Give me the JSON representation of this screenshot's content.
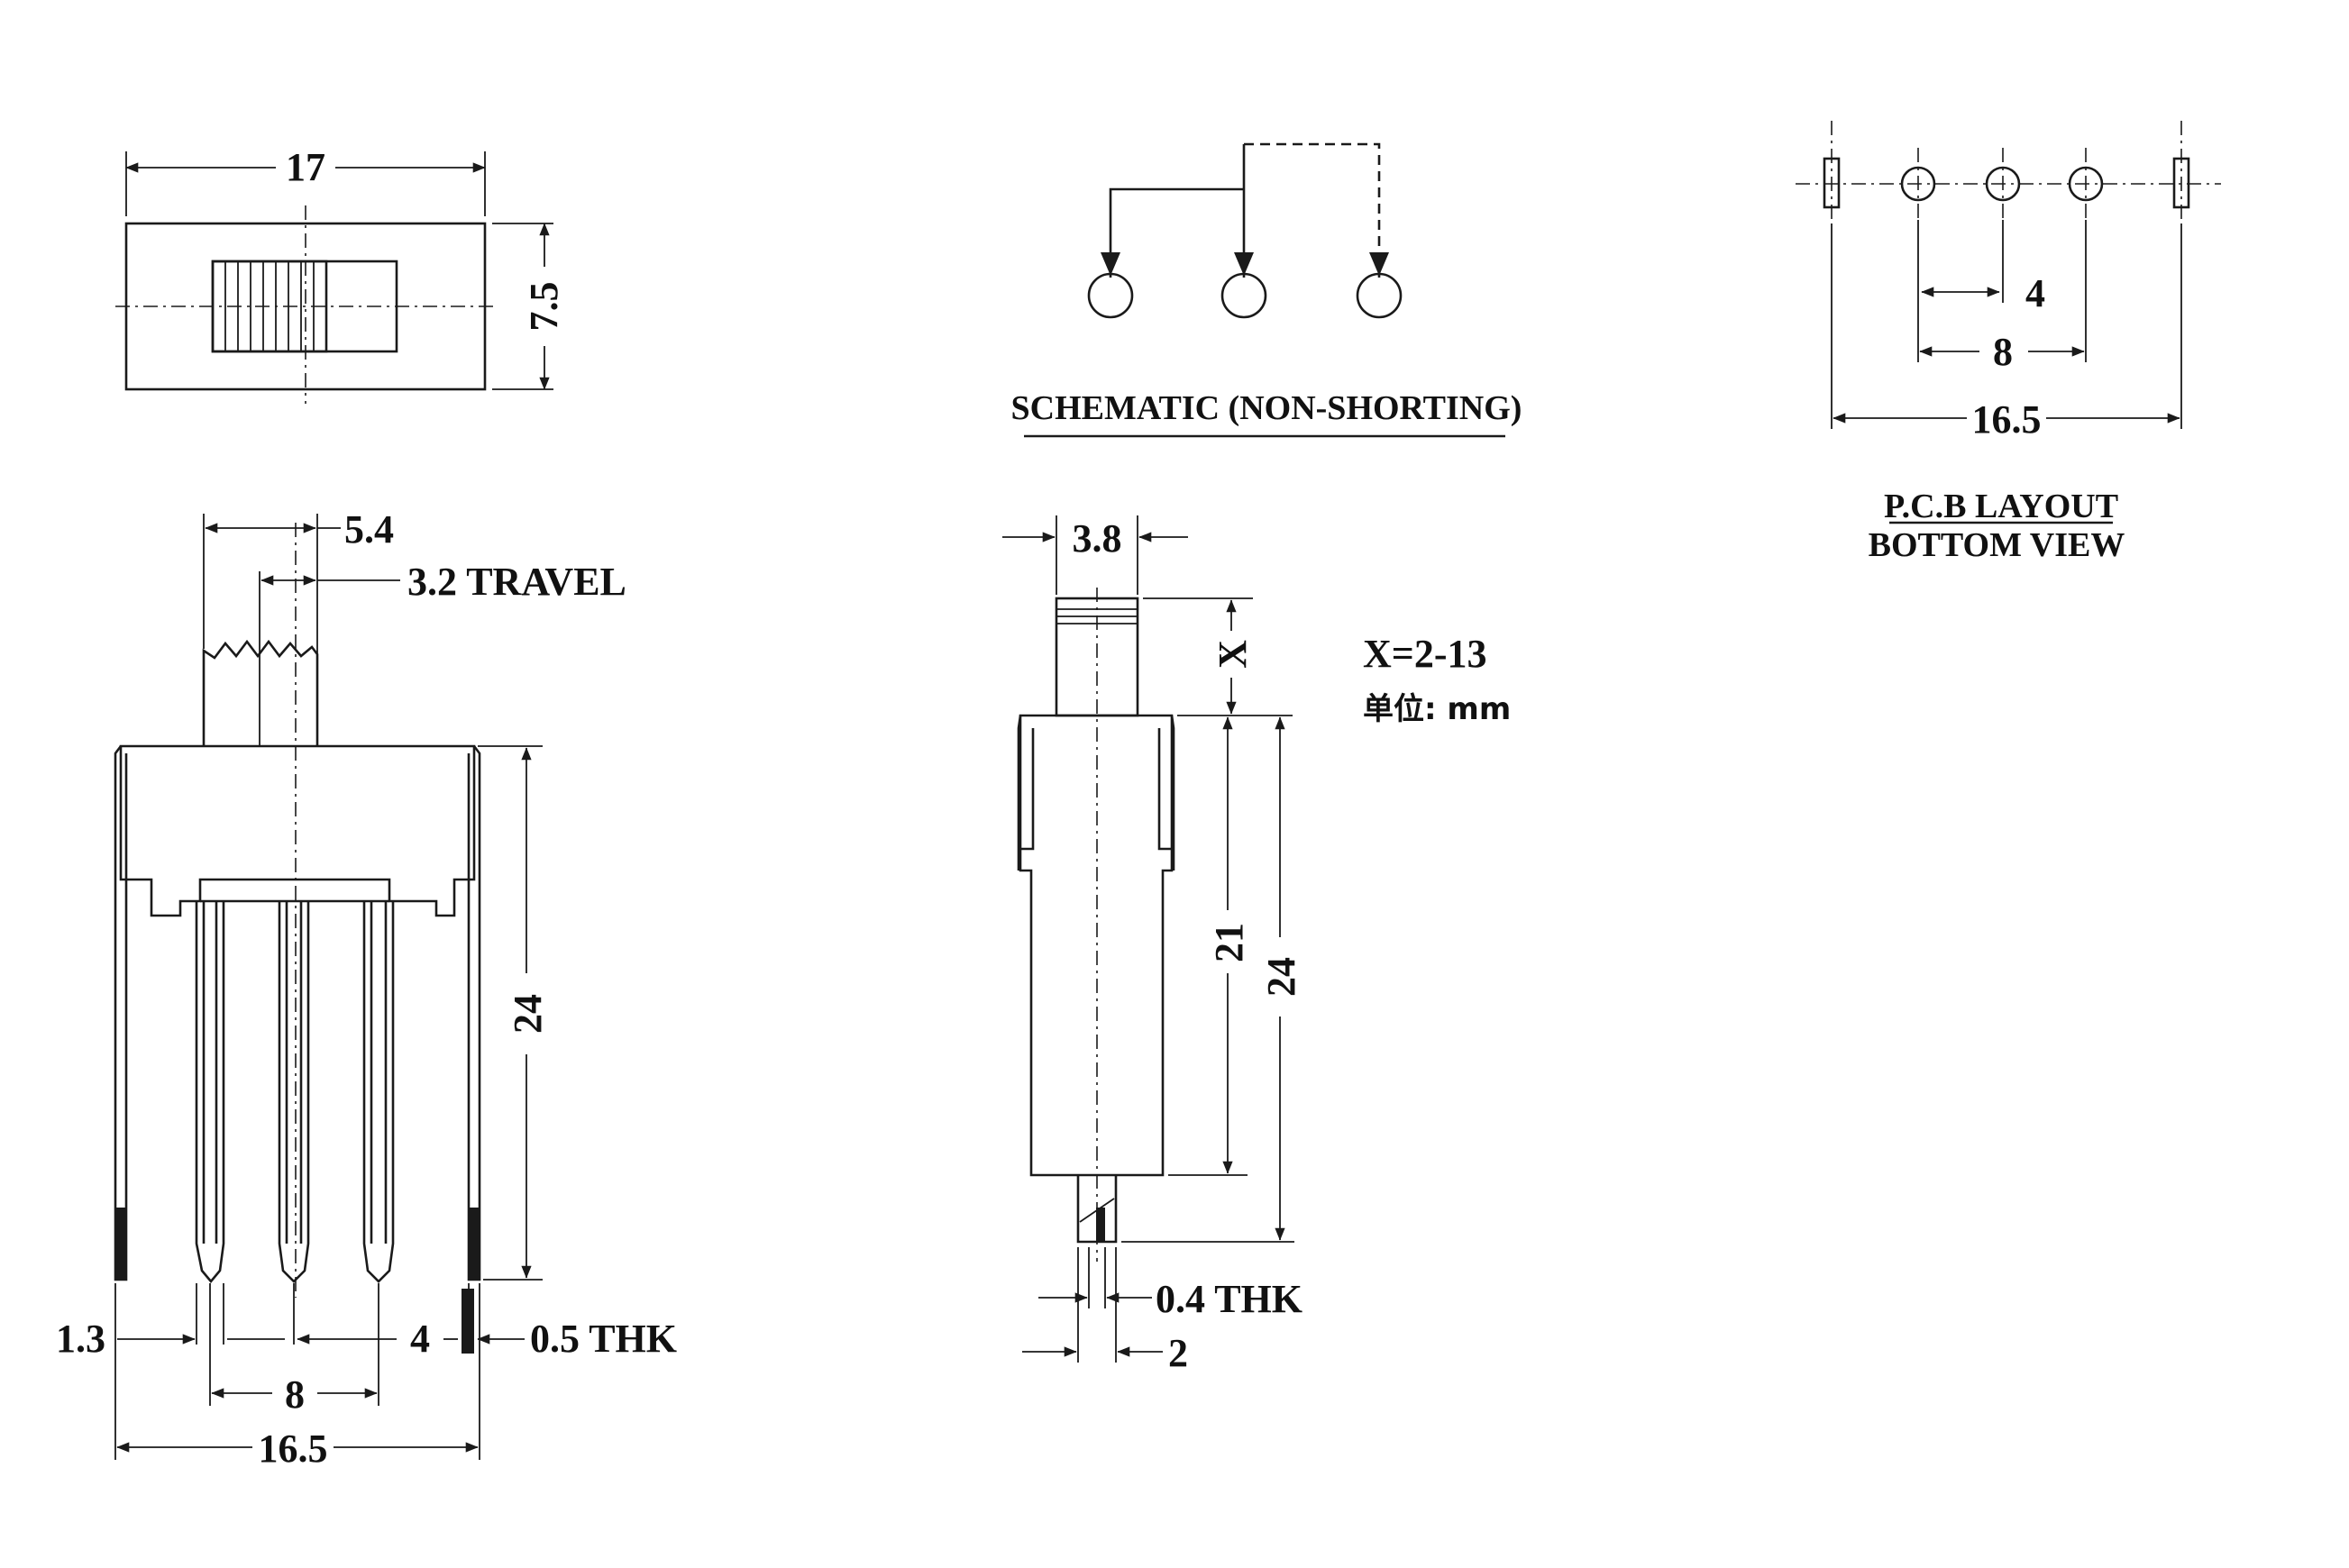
{
  "top_view": {
    "width_label": "17",
    "height_label": "7.5"
  },
  "schematic": {
    "title": "SCHEMATIC (NON-SHORTING)"
  },
  "pcb_layout": {
    "pitch_label": "4",
    "span_label": "8",
    "overall_label": "16.5",
    "title_line1": "P.C.B LAYOUT",
    "title_line2": "BOTTOM VIEW"
  },
  "front_view": {
    "actuator_width_label": "5.4",
    "travel_label": "3.2 TRAVEL",
    "height_label": "24",
    "lug_offset_label": "1.3",
    "pitch_label": "4",
    "lug_thickness_label": "0.5 THK",
    "span_label": "8",
    "overall_label": "16.5"
  },
  "side_view": {
    "actuator_width_label": "3.8",
    "actuator_height_label": "X",
    "range_note": "X=2-13",
    "unit_note": "单位: mm",
    "body_height_label": "21",
    "overall_height_label": "24",
    "pin_thickness_label": "0.4 THK",
    "pin_width_label": "2"
  }
}
